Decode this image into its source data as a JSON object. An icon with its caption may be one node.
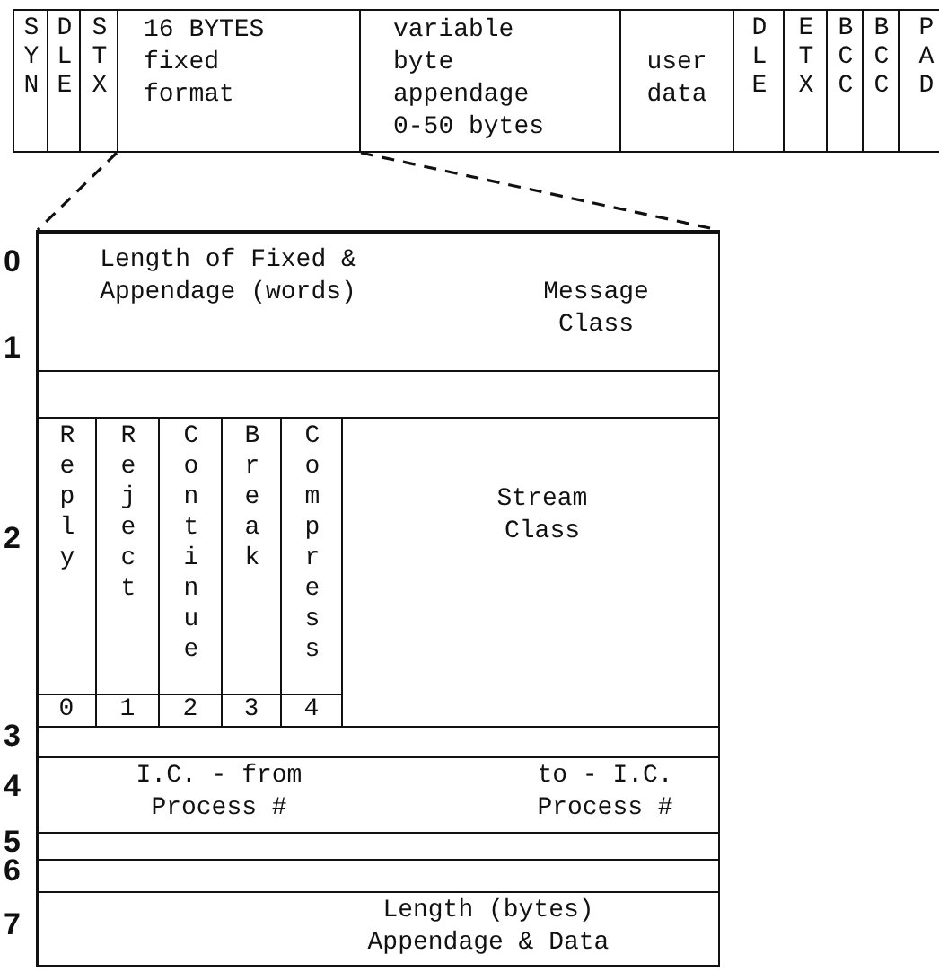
{
  "diagram": {
    "nodes": [
      {
        "text": [
          "S Y N"
        ]
      },
      {
        "text": [
          "D L E"
        ]
      },
      {
        "text": [
          "S T X"
        ]
      },
      {
        "text": [
          "16 BYTES fixed format"
        ]
      },
      {
        "text": [
          "variable byte appendage 0-50 bytes"
        ]
      },
      {
        "text": [
          "user data"
        ]
      },
      {
        "text": [
          "D L E"
        ]
      },
      {
        "text": [
          "E T X"
        ]
      },
      {
        "text": [
          "B C C"
        ]
      },
      {
        "text": [
          "B C C"
        ]
      },
      {
        "text": [
          "P A D"
        ]
      },
      {
        "text": [],
        "shape": "box"
      },
      {
        "text": [
          "Length of Fixed & Appendage (words)",
          "Message Class"
        ],
        "in": 11
      },
      {
        "text": [],
        "shape": "bar",
        "in": 11
      },
      {
        "text": [
          "Stream Class"
        ],
        "in": 11
      },
      {
        "text": [
          "R e p l y"
        ],
        "in": 14
      },
      {
        "text": [
          "R e j e c t"
        ],
        "in": 14
      },
      {
        "text": [
          "C o n t i n u e"
        ],
        "in": 14
      },
      {
        "text": [
          "B r e a k"
        ],
        "in": 14
      },
      {
        "text": [
          "C o m p r e s s"
        ],
        "in": 14
      },
      {
        "text": [
          "0"
        ],
        "in": 14
      },
      {
        "text": [
          "1"
        ],
        "in": 14
      },
      {
        "text": [
          "2"
        ],
        "in": 14
      },
      {
        "text": [
          "3"
        ],
        "in": 14
      },
      {
        "text": [
          "4"
        ],
        "in": 14
      },
      {
        "text": [],
        "shape": "bar",
        "in": 11
      },
      {
        "text": [
          "I.C. - from Process #",
          "to - I.C. Process #"
        ],
        "in": 11
      },
      {
        "text": [],
        "shape": "bar",
        "in": 11
      },
      {
        "text": [],
        "shape": "bar",
        "in": 11
      },
      {
        "text": [
          "Length (bytes) Appendage & Data"
        ],
        "in": 11
      }
    ],
    "edges": [
      {
        "from": 3,
        "to": 11,
        "arrow": "none",
        "style": "dashed"
      },
      {
        "from": 3,
        "to": 11,
        "arrow": "none",
        "style": "dashed"
      }
    ],
    "labels": [
      "0",
      "1",
      "2",
      "3",
      "4",
      "5",
      "6",
      "7"
    ]
  }
}
